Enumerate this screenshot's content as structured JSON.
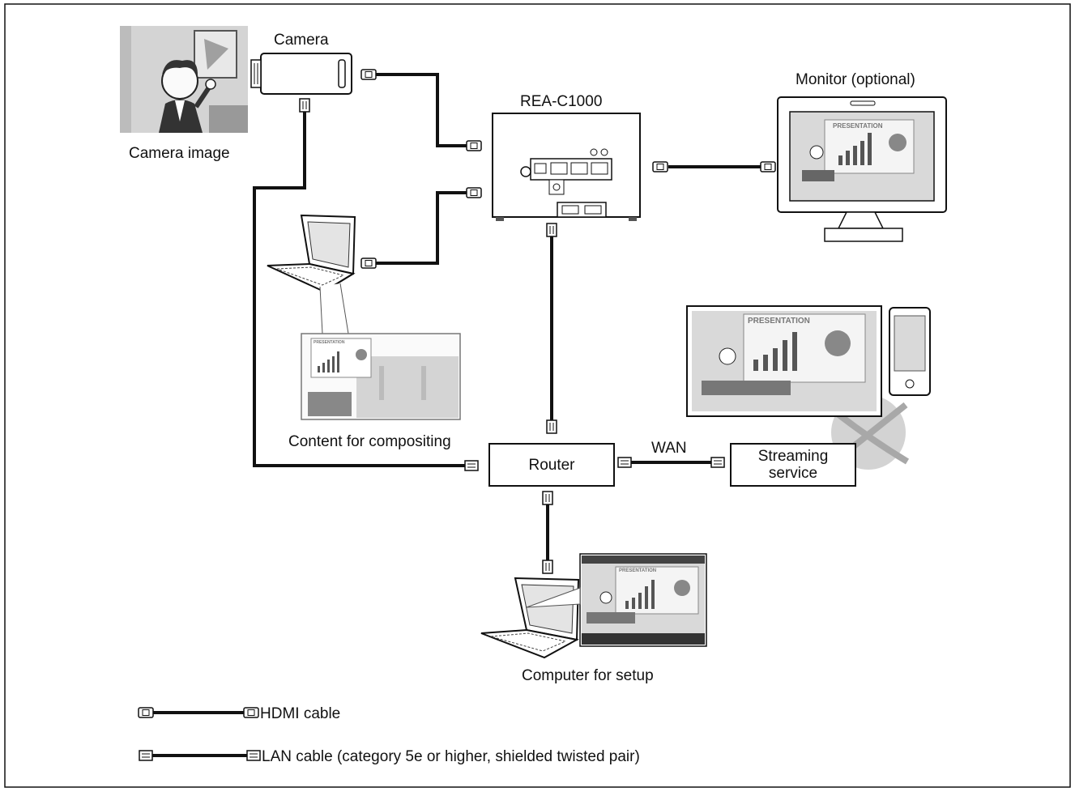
{
  "labels": {
    "camera": "Camera",
    "camera_image": "Camera image",
    "rea": "REA-C1000",
    "monitor": "Monitor (optional)",
    "content": "Content for compositing",
    "router": "Router",
    "wan": "WAN",
    "streaming_line1": "Streaming",
    "streaming_line2": "service",
    "computer": "Computer for setup",
    "presentation": "PRESENTATION"
  },
  "legend": {
    "hdmi": "HDMI cable",
    "lan": "LAN cable (category 5e or higher, shielded twisted pair)"
  },
  "colors": {
    "cable": "#111111",
    "screen_bg": "#d9d9d9",
    "bar": "#555555",
    "globe": "#bdbdbd"
  }
}
